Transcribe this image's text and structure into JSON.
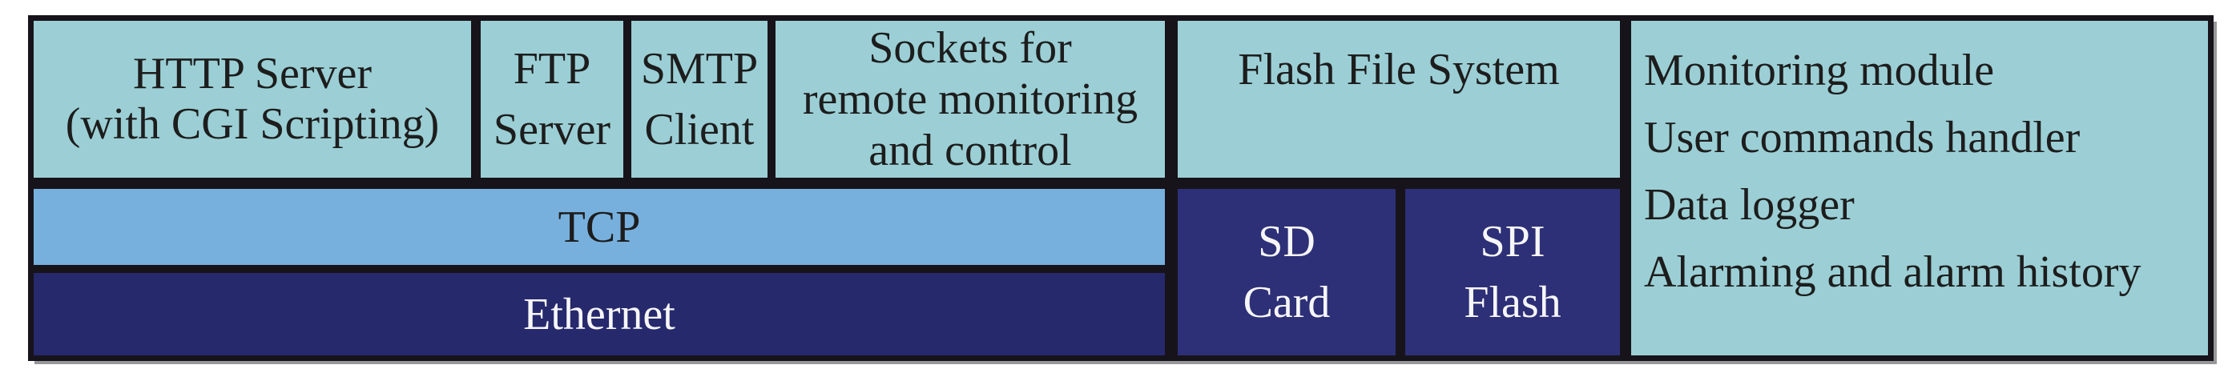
{
  "blocks": {
    "http_server": {
      "lines": [
        "HTTP Server",
        "(with CGI Scripting)"
      ]
    },
    "ftp_server": {
      "lines": [
        "FTP",
        "Server"
      ]
    },
    "smtp_client": {
      "lines": [
        "SMTP",
        "Client"
      ]
    },
    "sockets": {
      "lines": [
        "Sockets for",
        "remote monitoring",
        "and control"
      ]
    },
    "tcp": {
      "label": "TCP"
    },
    "ethernet": {
      "label": "Ethernet"
    },
    "flash_file_system": {
      "label": "Flash File System"
    },
    "sd_card": {
      "lines": [
        "SD",
        "Card"
      ]
    },
    "spi_flash": {
      "lines": [
        "SPI",
        "Flash"
      ]
    },
    "application_modules": {
      "lines": [
        "Monitoring module",
        "User commands handler",
        "Data logger",
        "Alarming and alarm history"
      ]
    }
  },
  "colors": {
    "block_cyan": "#9bcfd5",
    "tcp_blue": "#77b0dd",
    "ethernet_navy": "#26296c",
    "storage_navy": "#2d3076",
    "border_black": "#17131a",
    "text_dark": "#1d1d1d",
    "text_light": "#f6f6f8",
    "page_background": "#ffffff"
  }
}
